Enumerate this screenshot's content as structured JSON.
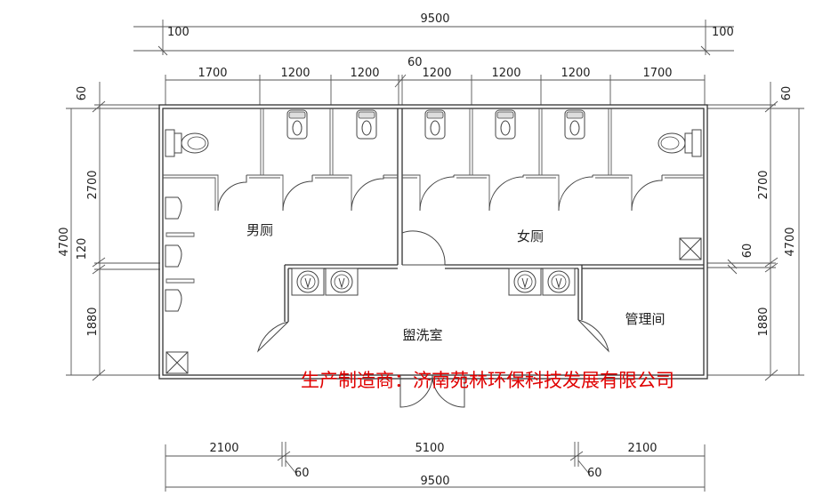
{
  "dimensions": {
    "top_overall": "9500",
    "top_offset_left": "100",
    "top_offset_right": "100",
    "top_gap": "60",
    "top_segments": [
      "1700",
      "1200",
      "1200",
      "1200",
      "1200",
      "1200",
      "1700"
    ],
    "left_overall": "4700",
    "left_top_offset": "60",
    "left_upper": "2700",
    "left_middle": "120",
    "left_lower": "1880",
    "right_overall": "4700",
    "right_top_offset": "60",
    "right_upper": "2700",
    "right_middle": "60",
    "right_lower": "1880",
    "bottom_segments": [
      "2100",
      "5100",
      "2100"
    ],
    "bottom_gap_left": "60",
    "bottom_gap_right": "60",
    "bottom_overall": "9500"
  },
  "rooms": {
    "men": "男厕",
    "women": "女厕",
    "washroom": "盥洗室",
    "office": "管理间"
  },
  "manufacturer": "生产制造商：济南苑林环保科技发展有限公司",
  "colors": {
    "manufacturer_text": "#e00000",
    "lines": "#333333"
  }
}
